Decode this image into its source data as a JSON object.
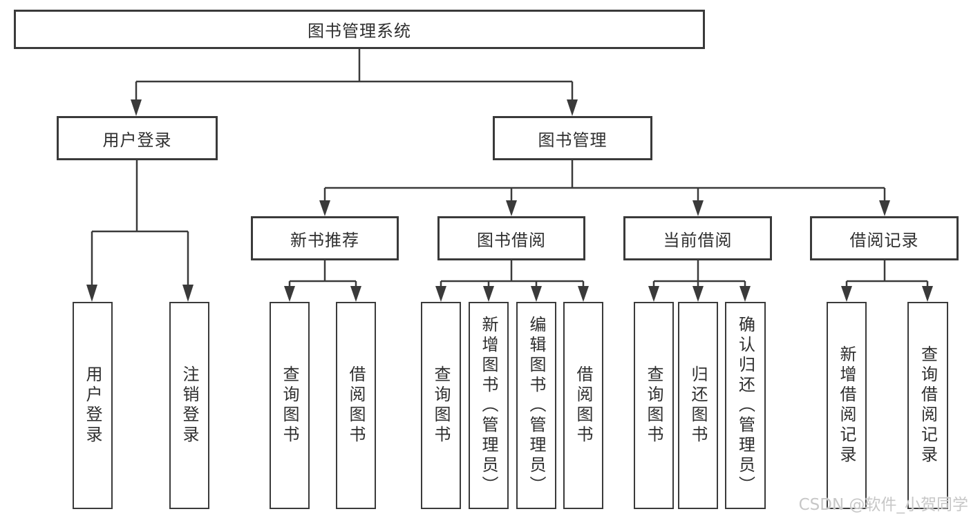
{
  "watermark": "CSDN @软件_小贺同学",
  "colors": {
    "line": "#3a3a3a",
    "text": "#2e2e2e",
    "background": "#ffffff",
    "watermark": "#c7c7c7"
  },
  "tree": {
    "root": {
      "label": "图书管理系统",
      "children": [
        {
          "label": "用户登录",
          "children": [
            {
              "label": "用户登录"
            },
            {
              "label": "注销登录"
            }
          ]
        },
        {
          "label": "图书管理",
          "children": [
            {
              "label": "新书推荐",
              "children": [
                {
                  "label": "查询图书"
                },
                {
                  "label": "借阅图书"
                }
              ]
            },
            {
              "label": "图书借阅",
              "children": [
                {
                  "label": "查询图书"
                },
                {
                  "label": "新增图书（管理员）"
                },
                {
                  "label": "编辑图书（管理员）"
                },
                {
                  "label": "借阅图书"
                }
              ]
            },
            {
              "label": "当前借阅",
              "children": [
                {
                  "label": "查询图书"
                },
                {
                  "label": "归还图书"
                },
                {
                  "label": "确认归还（管理员）"
                }
              ]
            },
            {
              "label": "借阅记录",
              "children": [
                {
                  "label": "新增借阅记录"
                },
                {
                  "label": "查询借阅记录"
                }
              ]
            }
          ]
        }
      ]
    }
  }
}
